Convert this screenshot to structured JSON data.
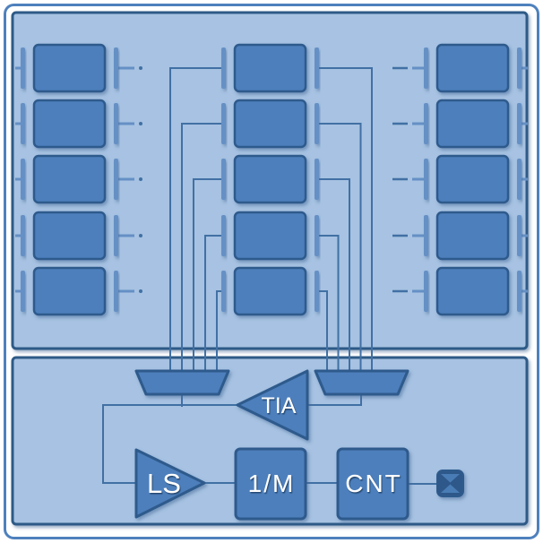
{
  "diagram_title": "pixel-array-readout-block-diagram",
  "colors": {
    "background": "#ffffff",
    "outer_border": "#4f81bd",
    "panel_fill": "#a7c2e2",
    "panel_border": "#2f5a87",
    "block_fill": "#4d7fbc",
    "block_border": "#2d5a8c",
    "bar": "#6590c5",
    "wire": "#4170a4",
    "pad_fill": "#2f588a",
    "pad_x": "#4a7cb5",
    "label_text": "#ffffff"
  },
  "array": {
    "rows": 5,
    "columns": 3
  },
  "labels": {
    "tia": "TIA",
    "level_shifter": "LS",
    "divider": "1/M",
    "counter": "CNT"
  }
}
